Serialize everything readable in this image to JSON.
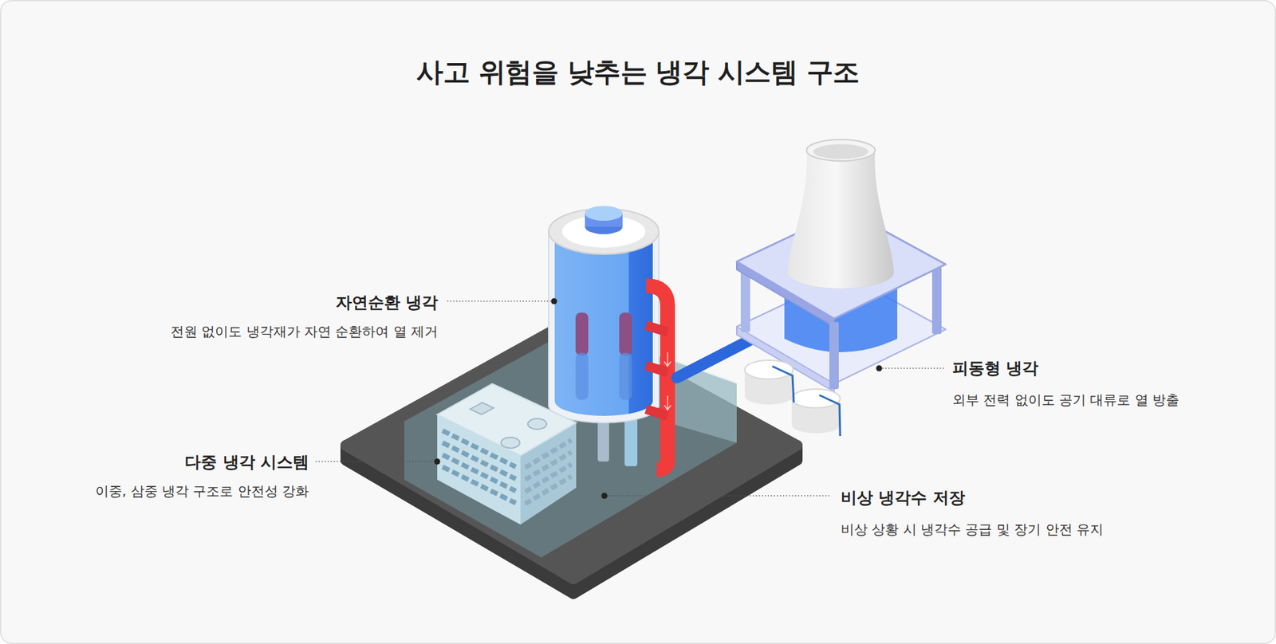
{
  "diagram": {
    "title": "사고 위험을 낮추는 냉각 시스템 구조",
    "labels": [
      "자연순환 냉각",
      "전원 없이도 냉각재가 자연 순환하여 열 제거",
      "피동형 냉각",
      "외부 전력 없이도 공기 대류로 열 방출",
      "다중 냉각 시스템",
      "이중, 삼중 냉각 구조로 안전성 강화",
      "비상 냉각수 저장",
      "비상 상황 시 냉각수 공급 및 장기 안전 유지"
    ]
  }
}
